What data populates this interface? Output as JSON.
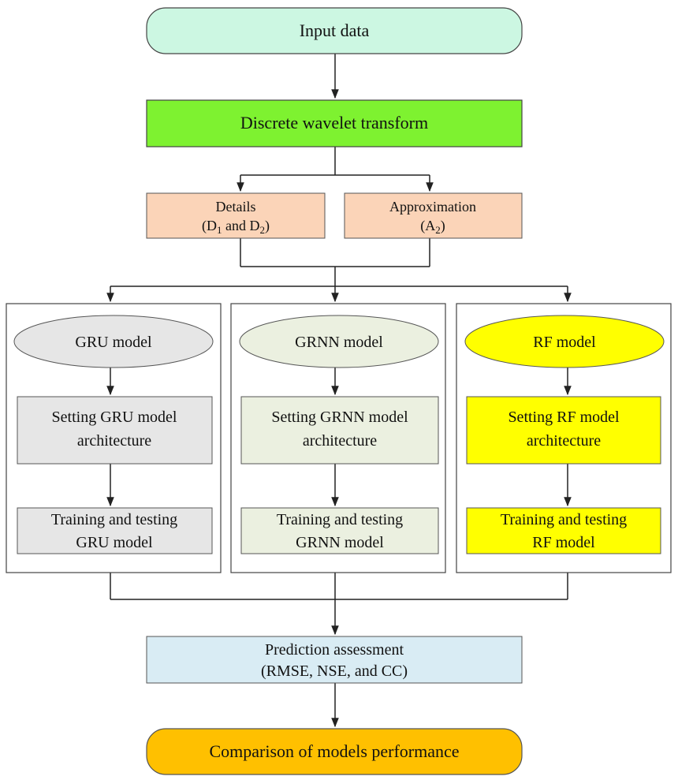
{
  "colors": {
    "input_fill": "#ccf7e2",
    "dwt_fill": "#7ef230",
    "details_fill": "#fbd4b8",
    "gru_fill": "#e6e6e6",
    "grnn_fill": "#ebf0e0",
    "rf_fill": "#ffff00",
    "assessment_fill": "#d9ecf4",
    "comparison_fill": "#ffc000",
    "line": "#222222"
  },
  "nodes": {
    "input": "Input data",
    "dwt": "Discrete wavelet transform",
    "details": {
      "title": "Details",
      "d1": "D",
      "d1_sub": "1",
      "and_text": " and D",
      "d2_sub": "2",
      "open": "(",
      "close": ")"
    },
    "approximation": {
      "title": "Approximation",
      "a2": "A",
      "a2_sub": "2",
      "open": "(",
      "close": ")"
    },
    "gru": {
      "model": "GRU model",
      "setting_1": "Setting GRU model",
      "setting_2": "architecture",
      "training_1": "Training and testing",
      "training_2": "GRU model"
    },
    "grnn": {
      "model": "GRNN model",
      "setting_1": "Setting GRNN model",
      "setting_2": "architecture",
      "training_1": "Training and testing",
      "training_2": "GRNN model"
    },
    "rf": {
      "model": "RF model",
      "setting_1": "Setting RF model",
      "setting_2": "architecture",
      "training_1": "Training and testing",
      "training_2": "RF model"
    },
    "assessment": {
      "line1": "Prediction assessment",
      "line2": "(RMSE, NSE, and CC)"
    },
    "comparison": "Comparison of models performance"
  }
}
